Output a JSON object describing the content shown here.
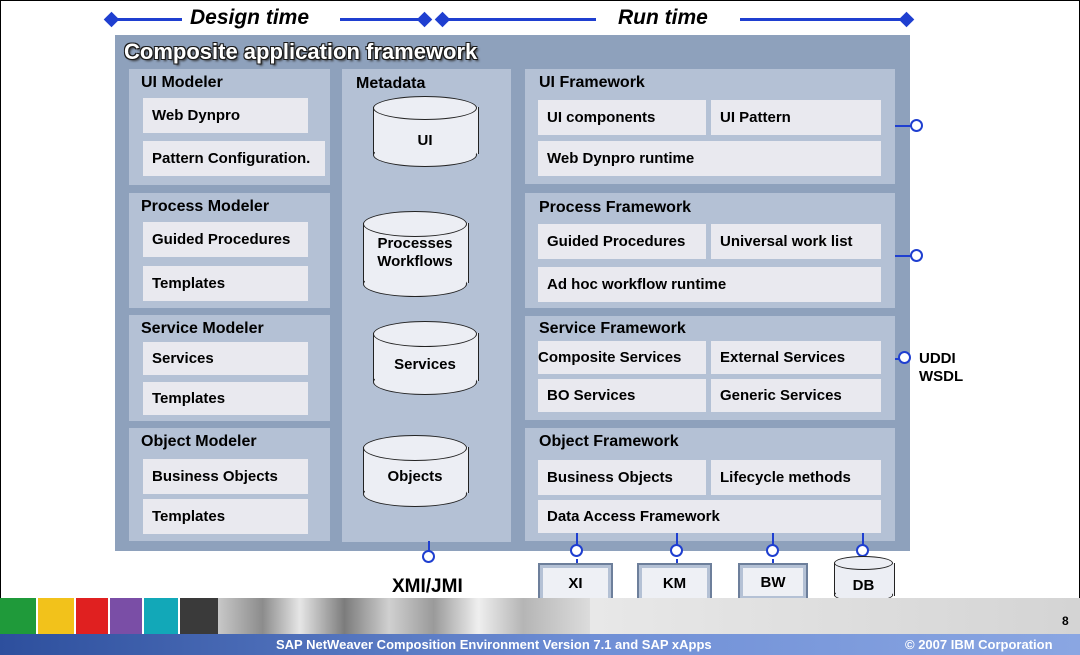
{
  "header": {
    "design_time": "Design time",
    "run_time": "Run time"
  },
  "framework": {
    "title": "Composite application framework",
    "modelers": [
      {
        "title": "UI Modeler",
        "items": [
          "Web Dynpro",
          "Pattern Configuration."
        ]
      },
      {
        "title": "Process Modeler",
        "items": [
          "Guided Procedures",
          "Templates"
        ]
      },
      {
        "title": "Service Modeler",
        "items": [
          "Services",
          "Templates"
        ]
      },
      {
        "title": "Object Modeler",
        "items": [
          "Business Objects",
          "Templates"
        ]
      }
    ],
    "metadata": {
      "title": "Metadata",
      "stores": [
        "UI",
        "Processes Workflows",
        "Services",
        "Objects"
      ]
    },
    "runtime": [
      {
        "title": "UI Framework",
        "items": [
          "UI components",
          "UI Pattern",
          "Web Dynpro runtime"
        ]
      },
      {
        "title": "Process Framework",
        "items": [
          "Guided Procedures",
          "Universal work list",
          "Ad hoc workflow runtime"
        ]
      },
      {
        "title": "Service Framework",
        "items": [
          "Composite Services",
          "External Services",
          "BO Services",
          "Generic Services"
        ]
      },
      {
        "title": "Object Framework",
        "items": [
          "Business Objects",
          "Lifecycle methods",
          "Data Access Framework"
        ]
      }
    ]
  },
  "interfaces": {
    "service_label": "UDDI\nWSDL",
    "xmi": "XMI/JMI",
    "systems": [
      "XI",
      "KM",
      "BW",
      "DB"
    ]
  },
  "footer": {
    "page_number": "8",
    "title": "SAP NetWeaver Composition Environment Version 7.1 and SAP xApps",
    "copyright": "© 2007 IBM Corporation"
  },
  "colors": {
    "framework_bg": "#8ea1bc",
    "panel_bg": "#b4c1d5",
    "item_bg": "#e9e9ef",
    "connector": "#1f3fd0",
    "footer_bar": "#4a6cc0"
  }
}
